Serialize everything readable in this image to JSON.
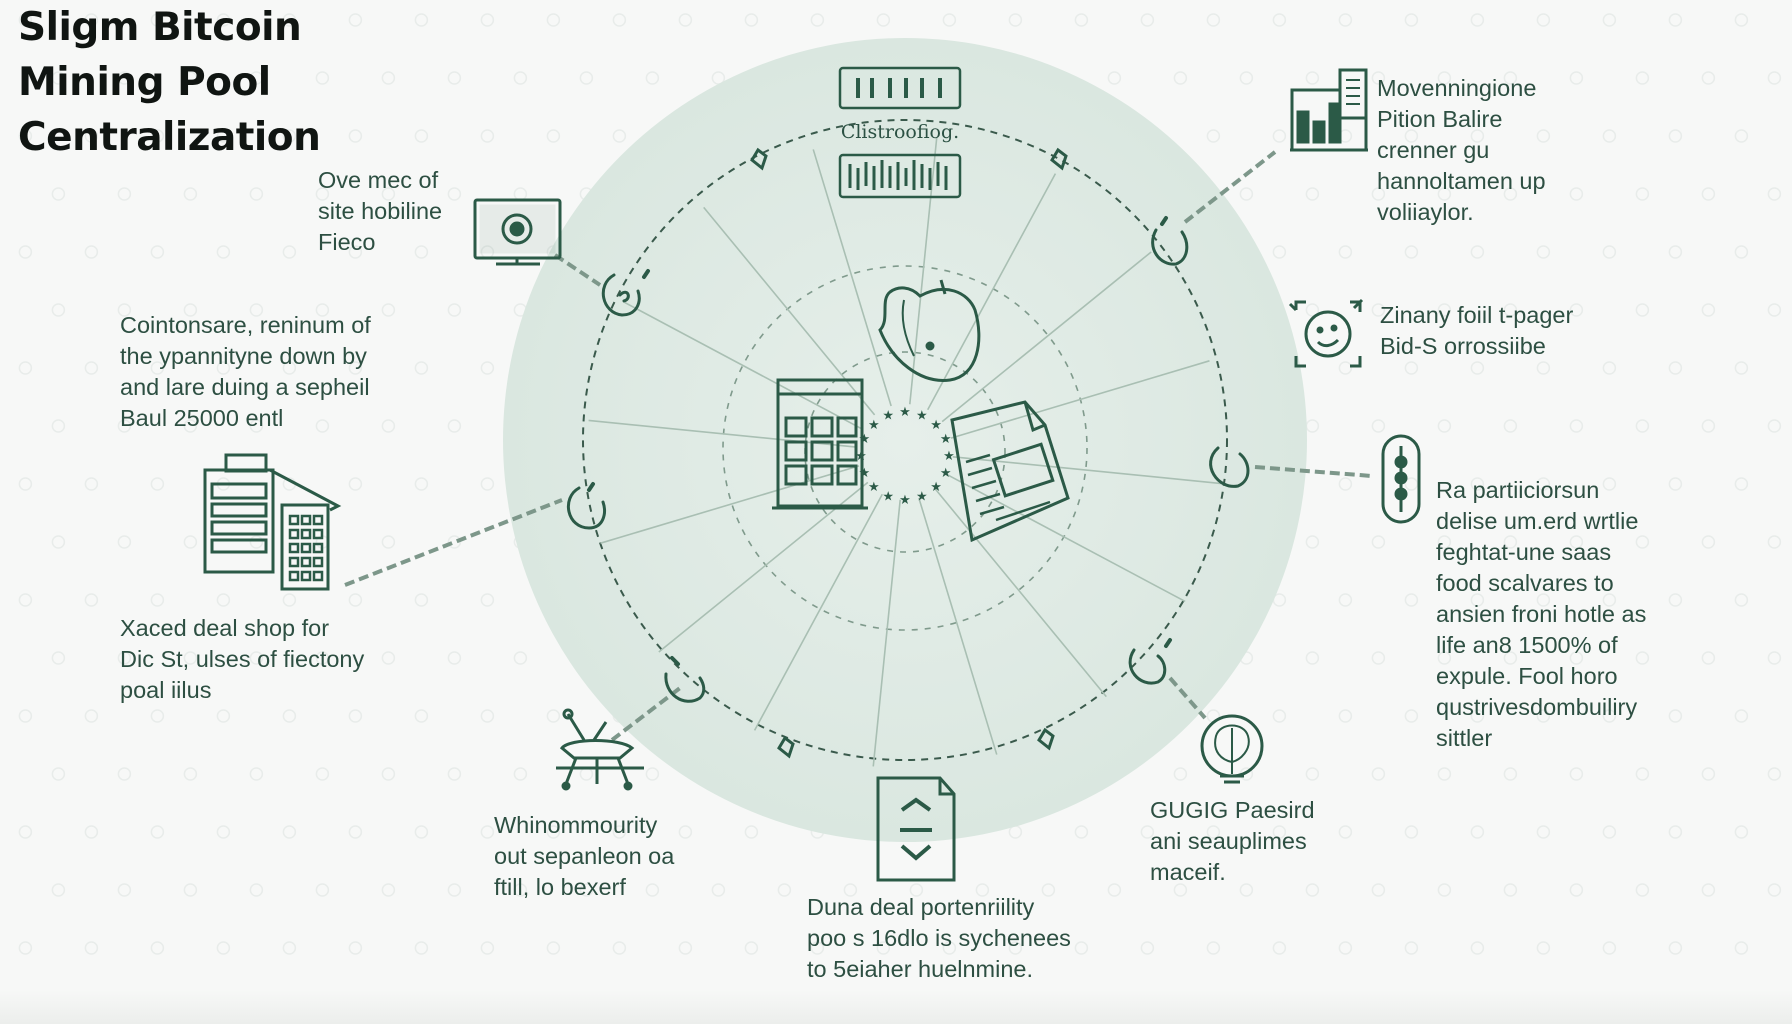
{
  "title": {
    "lines": [
      "Sligm Bitcoin",
      "Mining Pool",
      "Centralization"
    ]
  },
  "center_caption": "Clistroofiog.",
  "labels": {
    "top_left": [
      "Ove mec of",
      "site hobiline",
      "Fieco"
    ],
    "left_upper": [
      "Cointonsare, reninum of",
      "the ypannityne down by",
      "and lare duing a sepheil",
      "Baul 25000 entl"
    ],
    "left_lower": [
      "Xaced deal shop for",
      "Dic St, ulses of fiectony",
      "poal iilus"
    ],
    "bottom_left": [
      "Whinommourity",
      "out sepanleon oa",
      "ftill, lo bexerf"
    ],
    "bottom": [
      "Duna deal portenriility",
      "poo s 16dlo is sychenees",
      "to 5eiaher huelnmine."
    ],
    "bottom_right": [
      "GUGIG Paesird",
      "ani seauplimes",
      "maceif."
    ],
    "right_lower": [
      "Ra partiiciorsun",
      "delise um.erd wrtlie",
      "feghtat-une saas",
      "food scalvares to",
      "ansien froni hotle as",
      "life an8 1500% of",
      "expule. Fool horo",
      "qustrivesdombuiliry",
      "sittler"
    ],
    "right_middle": [
      "Zinany foiil t-pager",
      "Bid-S orrossiibe"
    ],
    "top_right": [
      "Movenningione",
      "Pition Balire",
      "crenner gu",
      "hannoltamen up",
      "voliiaylor."
    ]
  },
  "icons": {
    "monitor": "monitor-icon",
    "mining_rig": "mining-rig-icon",
    "drone": "drone-icon",
    "document": "document-arrows-icon",
    "brain_chip": "brain-chip-icon",
    "capsule": "capsule-icon",
    "face_frame": "face-frame-icon",
    "chart_doc": "chart-document-icon",
    "building": "building-icon",
    "report": "report-document-icon",
    "head": "head-icon",
    "ticker": "ticker-bar-icon"
  },
  "colors": {
    "accent": "#2b5a47",
    "circle_fill": "#dde9e3",
    "background": "#f7f8f7",
    "title": "#101512"
  }
}
